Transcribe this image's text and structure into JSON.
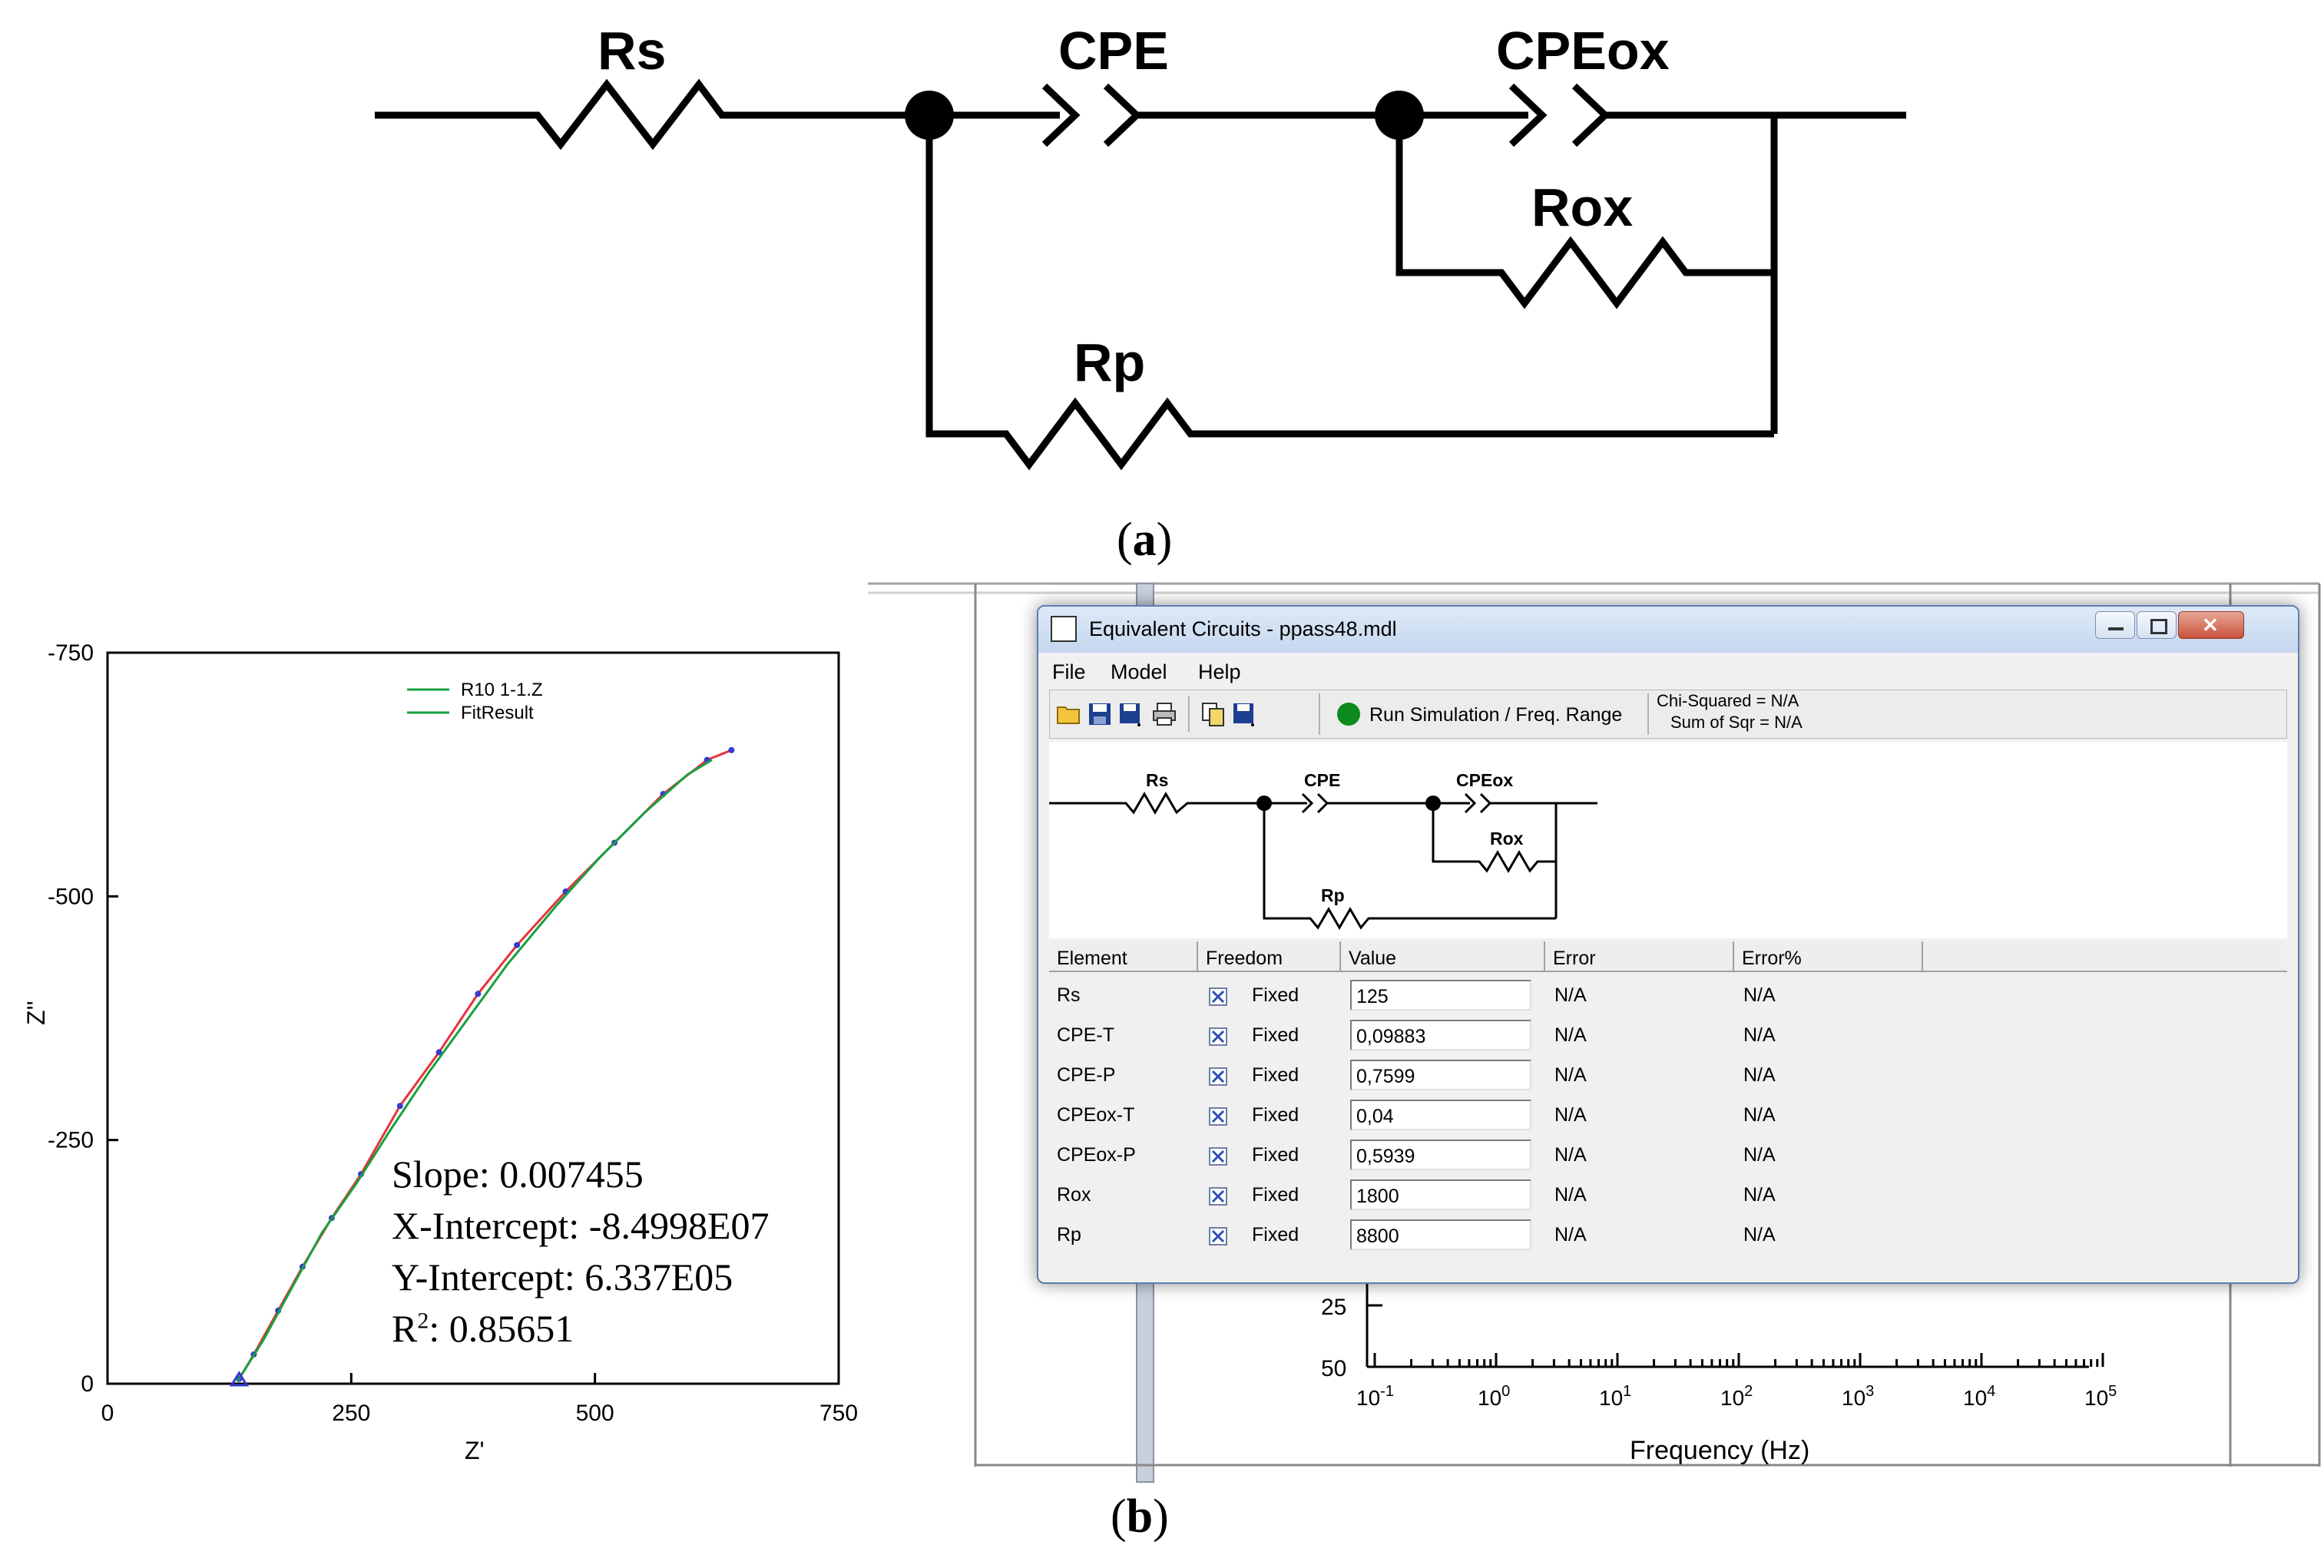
{
  "caption_a": {
    "open": "(",
    "letter": "a",
    "close": ")"
  },
  "caption_b": {
    "open": "(",
    "letter": "b",
    "close": ")"
  },
  "schematic": {
    "rs": "Rs",
    "cpe": "CPE",
    "cpeox": "CPEox",
    "rox": "Rox",
    "rp": "Rp"
  },
  "nyquist": {
    "xlabel": "Z'",
    "ylabel": "Z''",
    "x_ticks": [
      "0",
      "250",
      "500",
      "750"
    ],
    "y_ticks": [
      "-750",
      "-500",
      "-250",
      "0"
    ],
    "legend": [
      "R10 1-1.Z",
      "FitResult"
    ],
    "fit_stats": {
      "slope": "Slope: 0.007455",
      "x_intercept": "X-Intercept: -8.4998E07",
      "y_intercept": "Y-Intercept: 6.337E05",
      "r2_prefix": "R",
      "r2_sup": "2",
      "r2_value": ": 0.85651"
    }
  },
  "chart_data": {
    "type": "line",
    "xlabel": "Z'",
    "ylabel": "Z''",
    "xlim": [
      0,
      750
    ],
    "ylim": [
      0,
      -750
    ],
    "series": [
      {
        "name": "R10 1-1.Z",
        "x": [
          135,
          150,
          175,
          200,
          230,
          260,
          300,
          340,
          380,
          420,
          470,
          520,
          570,
          615,
          640
        ],
        "y": [
          -5,
          -30,
          -75,
          -120,
          -170,
          -215,
          -285,
          -340,
          -400,
          -450,
          -505,
          -555,
          -605,
          -640,
          -650
        ]
      },
      {
        "name": "FitResult",
        "x": [
          133,
          160,
          190,
          220,
          255,
          290,
          330,
          370,
          410,
          460,
          505,
          550,
          595,
          620
        ],
        "y": [
          -2,
          -45,
          -100,
          -155,
          -205,
          -260,
          -320,
          -375,
          -430,
          -490,
          -540,
          -585,
          -625,
          -640
        ]
      }
    ]
  },
  "background_plot": {
    "y_ticks": [
      "25",
      "50"
    ],
    "x_ticks_base": "10",
    "x_exps": [
      "-1",
      "0",
      "1",
      "2",
      "3",
      "4",
      "5"
    ],
    "xlabel": "Frequency (Hz)"
  },
  "window": {
    "title": "Equivalent Circuits - ppass48.mdl",
    "menu": [
      "File",
      "Model",
      "Help"
    ],
    "run_button": "Run Simulation / Freq. Range",
    "chi_squared": "Chi-Squared = N/A",
    "sum_of_sqr": "Sum of Sqr  = N/A",
    "circuit_labels": {
      "rs": "Rs",
      "cpe": "CPE",
      "cpeox": "CPEox",
      "rox": "Rox",
      "rp": "Rp"
    },
    "columns": [
      "Element",
      "Freedom",
      "Value",
      "Error",
      "Error%"
    ],
    "rows": [
      {
        "element": "Rs",
        "freedom": "Fixed",
        "value": "125",
        "error": "N/A",
        "error_pct": "N/A"
      },
      {
        "element": "CPE-T",
        "freedom": "Fixed",
        "value": "0,09883",
        "error": "N/A",
        "error_pct": "N/A"
      },
      {
        "element": "CPE-P",
        "freedom": "Fixed",
        "value": "0,7599",
        "error": "N/A",
        "error_pct": "N/A"
      },
      {
        "element": "CPEox-T",
        "freedom": "Fixed",
        "value": "0,04",
        "error": "N/A",
        "error_pct": "N/A"
      },
      {
        "element": "CPEox-P",
        "freedom": "Fixed",
        "value": "0,5939",
        "error": "N/A",
        "error_pct": "N/A"
      },
      {
        "element": "Rox",
        "freedom": "Fixed",
        "value": "1800",
        "error": "N/A",
        "error_pct": "N/A"
      },
      {
        "element": "Rp",
        "freedom": "Fixed",
        "value": "8800",
        "error": "N/A",
        "error_pct": "N/A"
      }
    ]
  },
  "colors": {
    "data_line": "#e8323c",
    "fit_line": "#18a040",
    "markers": "#3a3ad0"
  }
}
